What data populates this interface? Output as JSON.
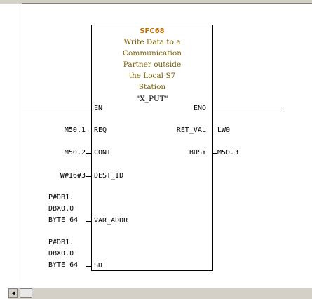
{
  "block": {
    "title": "SFC68",
    "description_lines": [
      "Write Data to a",
      "Communication",
      "Partner outside",
      "the Local S7",
      "Station"
    ],
    "instance": "\"X_PUT\""
  },
  "pins": {
    "en": "EN",
    "eno": "ENO",
    "req": "REQ",
    "cont": "CONT",
    "dest_id": "DEST_ID",
    "var_addr": "VAR_ADDR",
    "sd": "SD",
    "ret_val": "RET_VAL",
    "busy": "BUSY"
  },
  "inputs": {
    "req": "M50.1",
    "cont": "M50.2",
    "dest_id": "W#16#3",
    "var_addr": "P#DB1.\nDBX0.0\nBYTE 64",
    "sd": "P#DB1.\nDBX0.0\nBYTE 64"
  },
  "outputs": {
    "ret_val": "LW0",
    "busy": "M50.3"
  },
  "scrollbar": {
    "left_arrow": "◀"
  }
}
